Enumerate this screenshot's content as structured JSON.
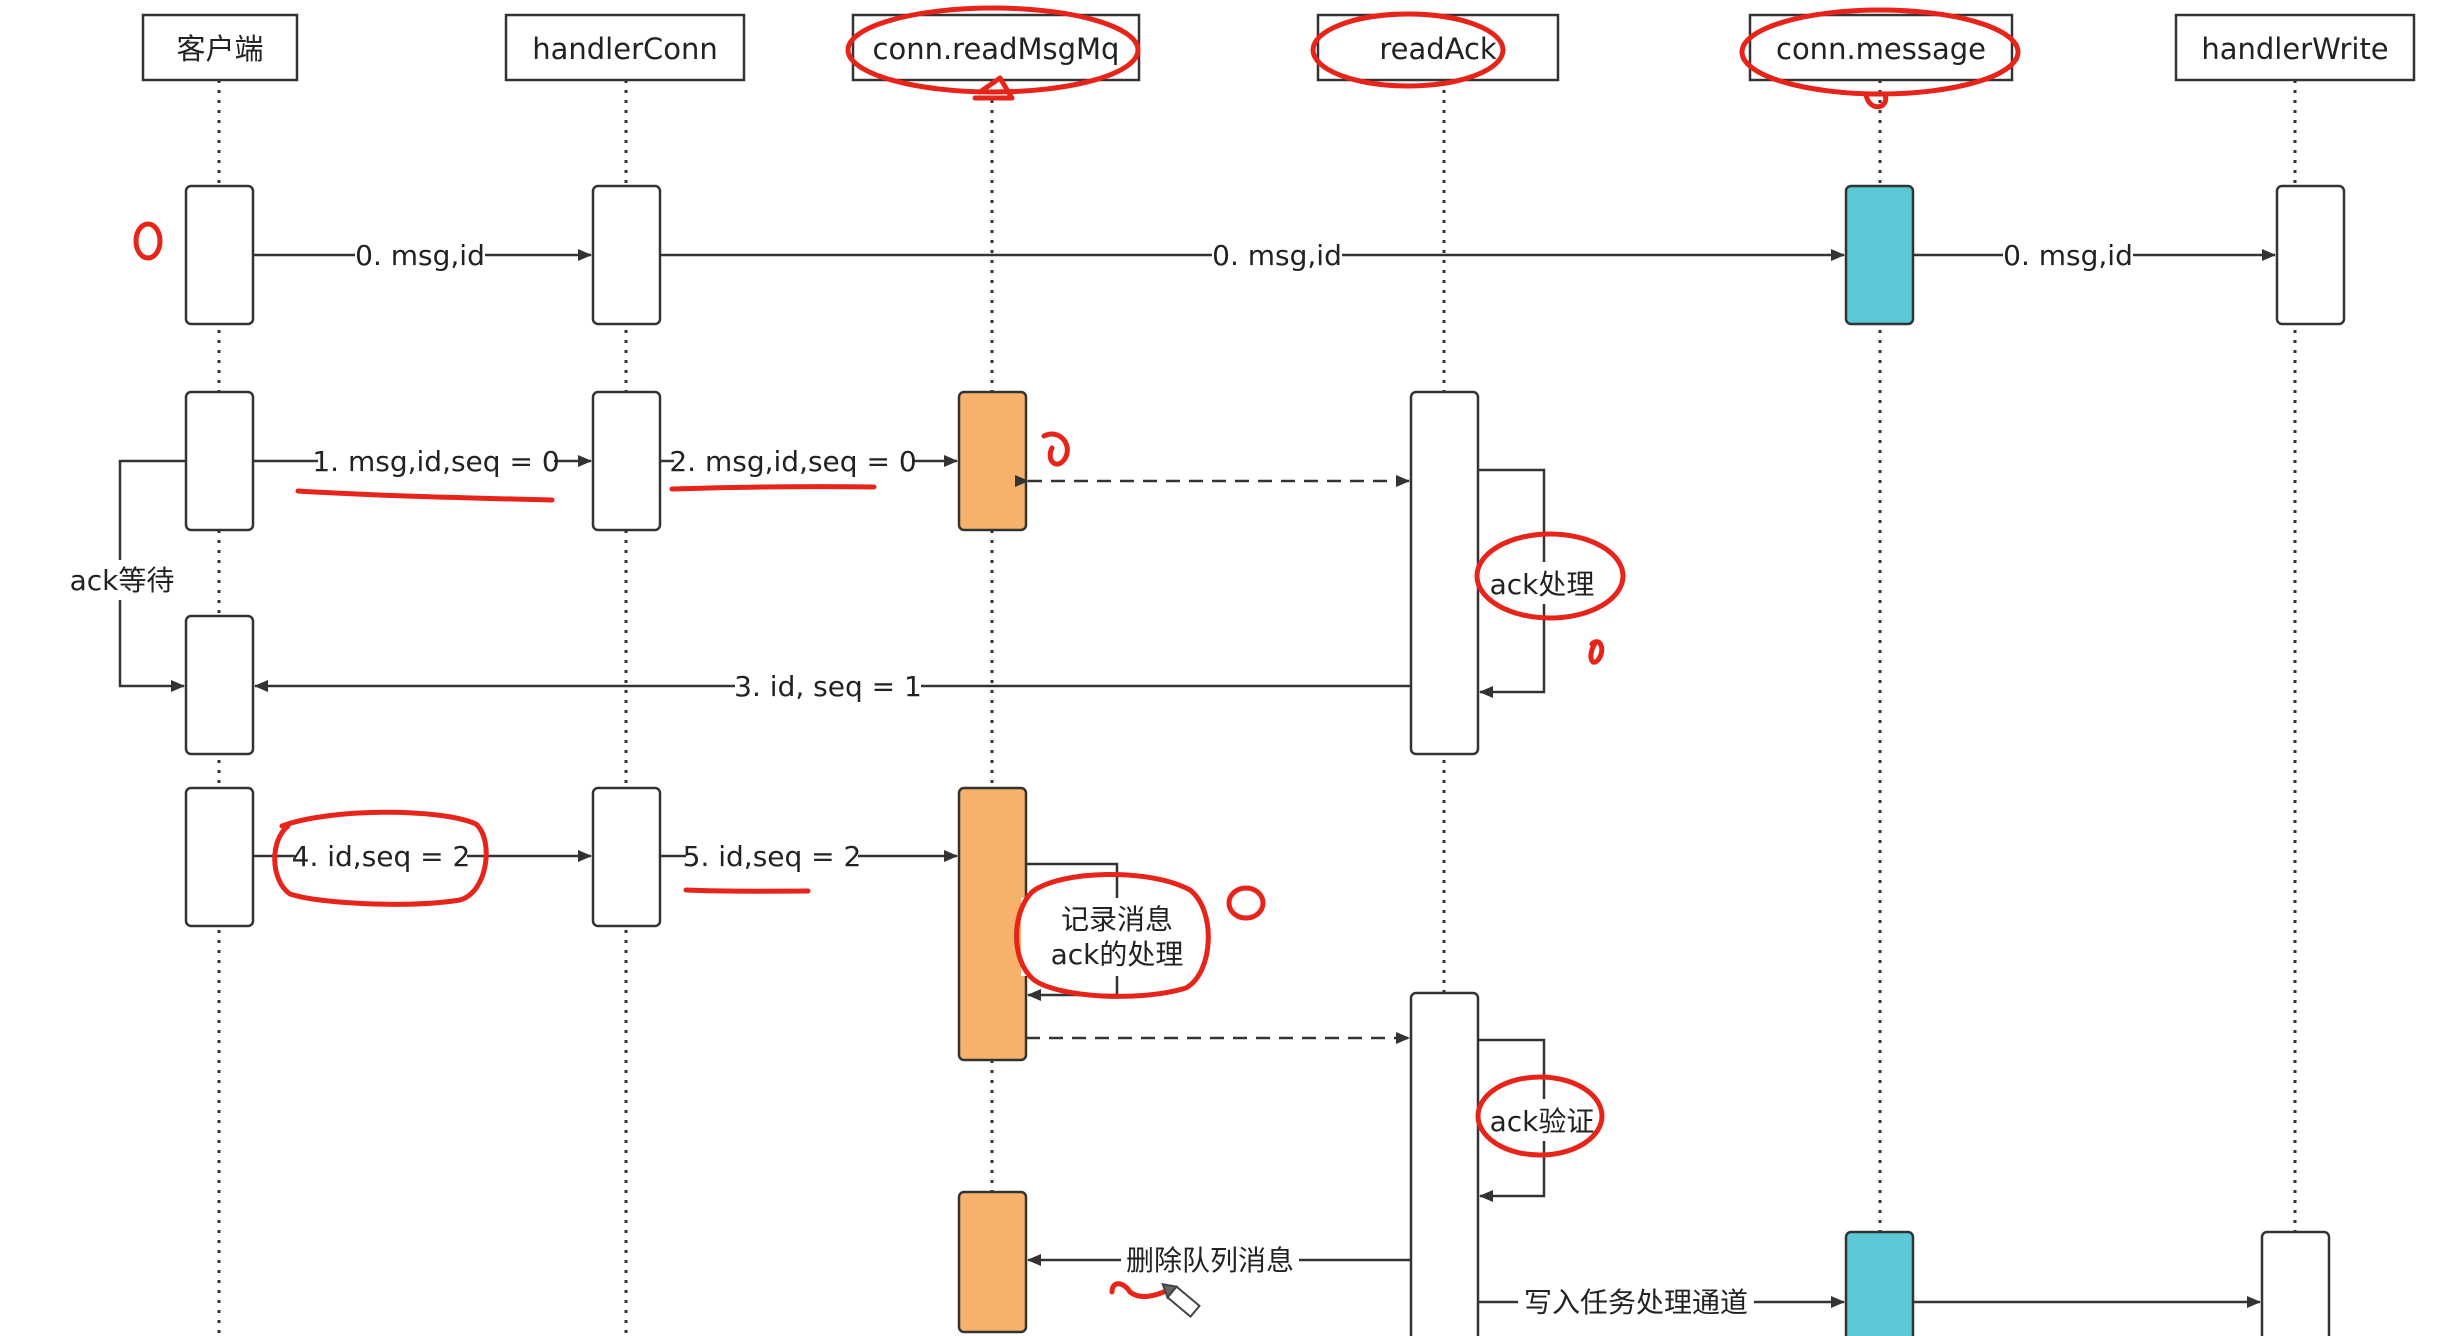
{
  "participants": [
    "客户端",
    "handlerConn",
    "conn.readMsgMq",
    "readAck",
    "conn.message",
    "handlerWrite"
  ],
  "messages": {
    "m0a": "0. msg,id",
    "m0b": "0. msg,id",
    "m0c": "0. msg,id",
    "m1": "1. msg,id,seq = 0",
    "m2": "2. msg,id,seq = 0",
    "m3": "3. id, seq = 1",
    "m4": "4. id,seq = 2",
    "m5": "5. id,seq = 2",
    "m_delete": "删除队列消息",
    "m_write": "写入任务处理通道"
  },
  "notes": {
    "ack_wait": "ack等待",
    "ack_process": "ack处理",
    "record_line1": "记录消息",
    "record_line2": "ack的处理",
    "ack_verify": "ack验证"
  },
  "annotations": {
    "mark_0_left": "0",
    "mark_0_readmq": "0",
    "mark_0_ack": "0",
    "mark_0_record": "0"
  },
  "colors": {
    "orange": "#F6B26B",
    "cyan": "#5BC8D6",
    "red": "#E8231A",
    "line": "#333333"
  }
}
